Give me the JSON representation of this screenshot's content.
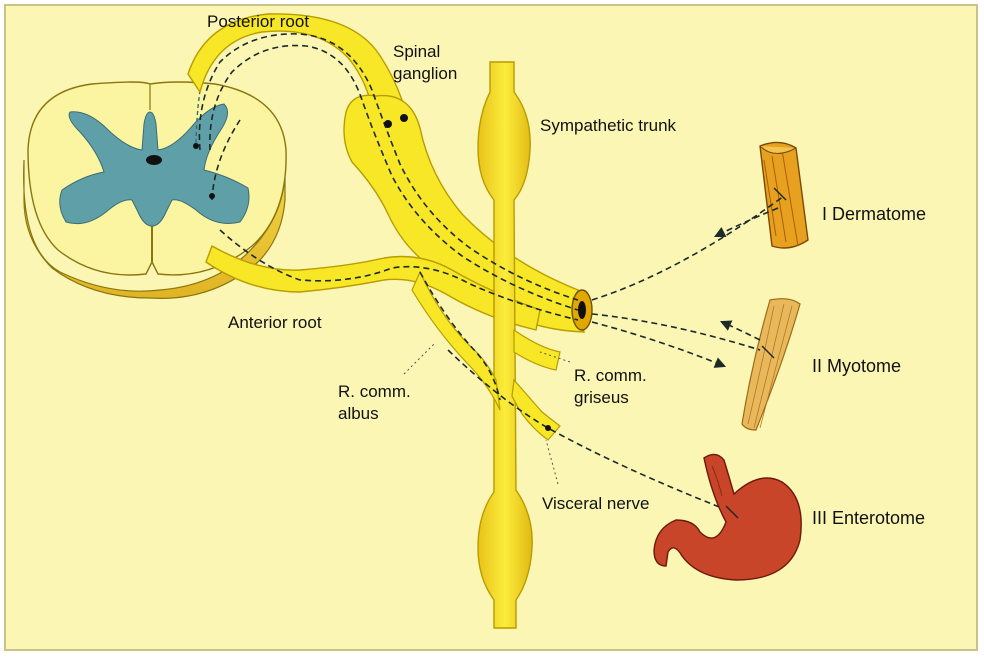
{
  "labels": {
    "posterior_root": "Posterior root",
    "spinal_ganglion_1": "Spinal",
    "spinal_ganglion_2": "ganglion",
    "sympathetic_trunk": "Sympathetic trunk",
    "dermatome": "I Dermatome",
    "myotome": "II Myotome",
    "enterotome": "III Enterotome",
    "anterior_root": "Anterior root",
    "r_comm_albus_1": "R. comm.",
    "r_comm_albus_2": "albus",
    "r_comm_griseus_1": "R. comm.",
    "r_comm_griseus_2": "griseus",
    "visceral_nerve": "Visceral nerve"
  },
  "colors": {
    "background": "#fbf6b3",
    "nerve_fill": "#f7e726",
    "nerve_outline": "#c9a800",
    "grey_matter": "#5fa0a8",
    "spinal_cord_white": "#fbf4a0",
    "fiber_line": "#1c2a2a",
    "skin": "#e8a020",
    "muscle": "#e9b85a",
    "stomach": "#c8452a"
  }
}
